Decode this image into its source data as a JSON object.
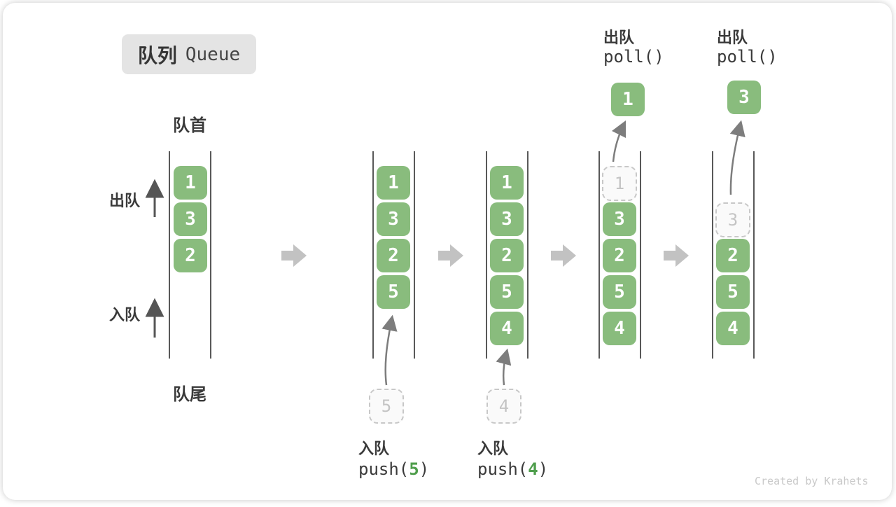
{
  "title": {
    "zh": "队列",
    "en": "Queue"
  },
  "labels": {
    "front": "队首",
    "rear": "队尾",
    "dequeue": "出队",
    "enqueue": "入队"
  },
  "ops": {
    "enqueue5": {
      "name": "入队",
      "fn": "push(",
      "arg": "5",
      "close": ")"
    },
    "enqueue4": {
      "name": "入队",
      "fn": "push(",
      "arg": "4",
      "close": ")"
    },
    "dequeue1": {
      "name": "出队",
      "fn": "poll()"
    },
    "dequeue2": {
      "name": "出队",
      "fn": "poll()"
    }
  },
  "states": [
    {
      "blocks": [
        {
          "v": "1"
        },
        {
          "v": "3"
        },
        {
          "v": "2"
        }
      ]
    },
    {
      "blocks": [
        {
          "v": "1"
        },
        {
          "v": "3"
        },
        {
          "v": "2"
        },
        {
          "v": "5"
        }
      ],
      "incoming": {
        "v": "5"
      }
    },
    {
      "blocks": [
        {
          "v": "1"
        },
        {
          "v": "3"
        },
        {
          "v": "2"
        },
        {
          "v": "5"
        },
        {
          "v": "4"
        }
      ],
      "incoming": {
        "v": "4"
      }
    },
    {
      "removed": {
        "v": "1"
      },
      "blocks": [
        {
          "v": "3"
        },
        {
          "v": "2"
        },
        {
          "v": "5"
        },
        {
          "v": "4"
        }
      ],
      "popped": {
        "v": "1"
      }
    },
    {
      "removed": {
        "v": "3"
      },
      "blocks": [
        {
          "v": "2"
        },
        {
          "v": "5"
        },
        {
          "v": "4"
        }
      ],
      "popped": {
        "v": "3"
      }
    }
  ],
  "colors": {
    "block_green": "#89BC7D",
    "code_green": "#4f9e4c",
    "transition_arrow_gray": "#c2c2c2",
    "curve_arrow_gray": "#7d7d7d",
    "title_bg": "#e4e4e4"
  },
  "watermark": "Created by Krahets"
}
